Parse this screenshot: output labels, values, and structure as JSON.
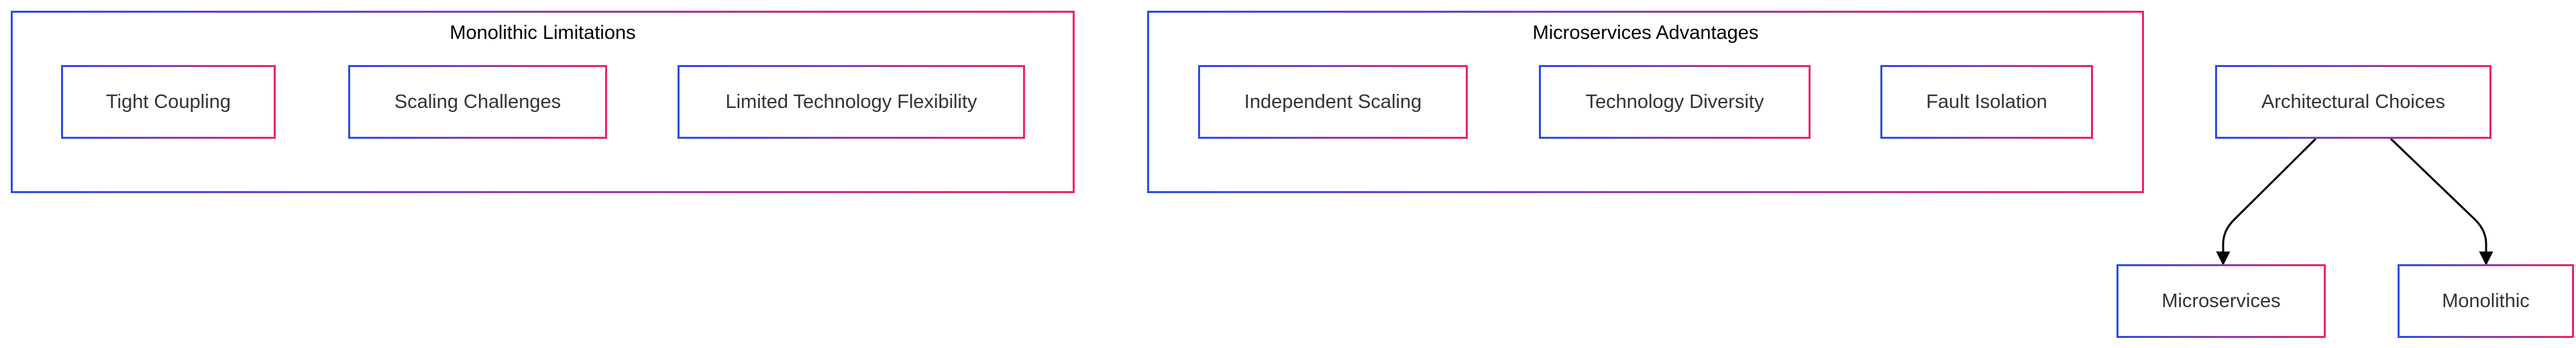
{
  "clusters": {
    "monolithic_limitations": {
      "title": "Monolithic Limitations",
      "nodes": [
        "Tight Coupling",
        "Scaling Challenges",
        "Limited Technology Flexibility"
      ]
    },
    "microservices_advantages": {
      "title": "Microservices Advantages",
      "nodes": [
        "Independent Scaling",
        "Technology Diversity",
        "Fault Isolation"
      ]
    }
  },
  "tree": {
    "root": "Architectural Choices",
    "children": [
      "Microservices",
      "Monolithic"
    ]
  },
  "colors": {
    "border_start": "#2b4ee8",
    "border_end": "#f0245f",
    "edge": "#000000"
  }
}
